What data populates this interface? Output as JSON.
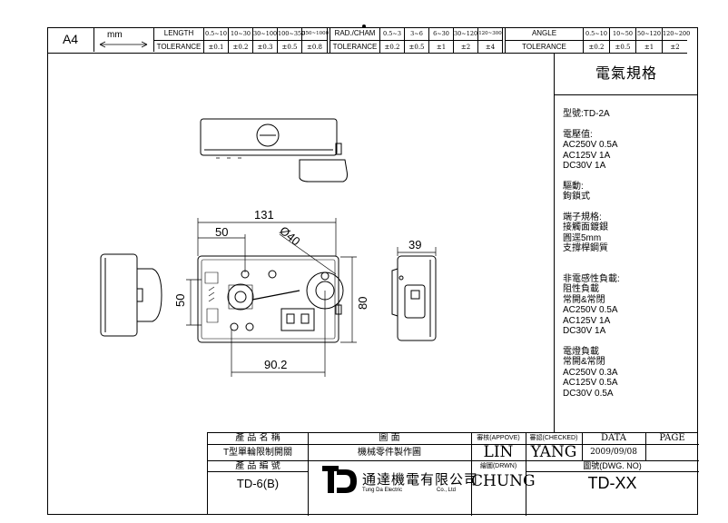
{
  "sheet": {
    "size": "A4",
    "unit": "mm"
  },
  "tolerance_strip": {
    "length": {
      "label": "LENGTH",
      "sub": "TOLERANCE",
      "ranges": [
        "0.5~10",
        "10~30",
        "30~100",
        "100~350",
        "350~1000"
      ],
      "values": [
        "±0.1",
        "±0.2",
        "±0.3",
        "±0.5",
        "±0.8"
      ]
    },
    "radcham": {
      "label": "RAD./CHAM",
      "sub": "TOLERANCE",
      "ranges": [
        "0.5~3",
        "3~6",
        "6~30",
        "30~120",
        "120~300"
      ],
      "values": [
        "±0.2",
        "±0.5",
        "±1",
        "±2",
        "±4"
      ]
    },
    "angle": {
      "label": "ANGLE",
      "sub": "TOLERANCE",
      "ranges": [
        "0.5~10",
        "10~50",
        "50~120",
        "120~200"
      ],
      "values": [
        "±0.2",
        "±0.5",
        "±1",
        "±2"
      ]
    }
  },
  "spec": {
    "title": "電氣規格",
    "model": "型號:TD-2A",
    "voltage_title": "電壓值:",
    "voltage": [
      "AC250V  0.5A",
      "AC125V  1A",
      "DC30V   1A"
    ],
    "drive_title": "驅動:",
    "drive": "鉤鎖式",
    "terminal_title": "端子規格:",
    "terminal": [
      "接觸面鍍銀",
      "圓逕5mm",
      "支撐桿鋼質"
    ],
    "nonind_title": "非電感性負載:",
    "resistive": "阻性負載",
    "nonc1": "常開&常閉",
    "res_ratings": [
      "AC250V  0.5A",
      "AC125V   1A",
      "DC30V    1A"
    ],
    "lamp_title": "電燈負載",
    "nonc2": "常開&常閉",
    "lamp_ratings": [
      "AC250V  0.3A",
      "AC125V   0.5A",
      "DC30V     0.5A"
    ]
  },
  "title_block": {
    "product_name_label": "產 品 名 稱",
    "product_name": "T型單輪限制開關",
    "drawing_label": "圖    面",
    "drawing": "機械零件製作圖",
    "product_no_label": "產 品 編 號",
    "product_no": "TD-6(B)",
    "approved_label": "審核(APPOVE)",
    "approved": "LIN",
    "checked_label": "審認(CHECKED)",
    "checked": "YANG",
    "drawn_label": "繪圖(DRWN)",
    "drawn": "CHUNG",
    "date_label": "DATA",
    "date": "2009/09/08",
    "page_label": "PAGE",
    "dwg_label": "圖號(DWG. NO)",
    "dwg_no": "TD-XX",
    "company": "通達機電有限公司",
    "company_en": "Tung  Da  Electric",
    "company_suffix": "Co., Ltd"
  },
  "dimensions": {
    "width": "131",
    "offset": "50",
    "dia": "Ø40",
    "height": "50",
    "total_height": "80",
    "pitch": "90.2",
    "side": "39"
  }
}
